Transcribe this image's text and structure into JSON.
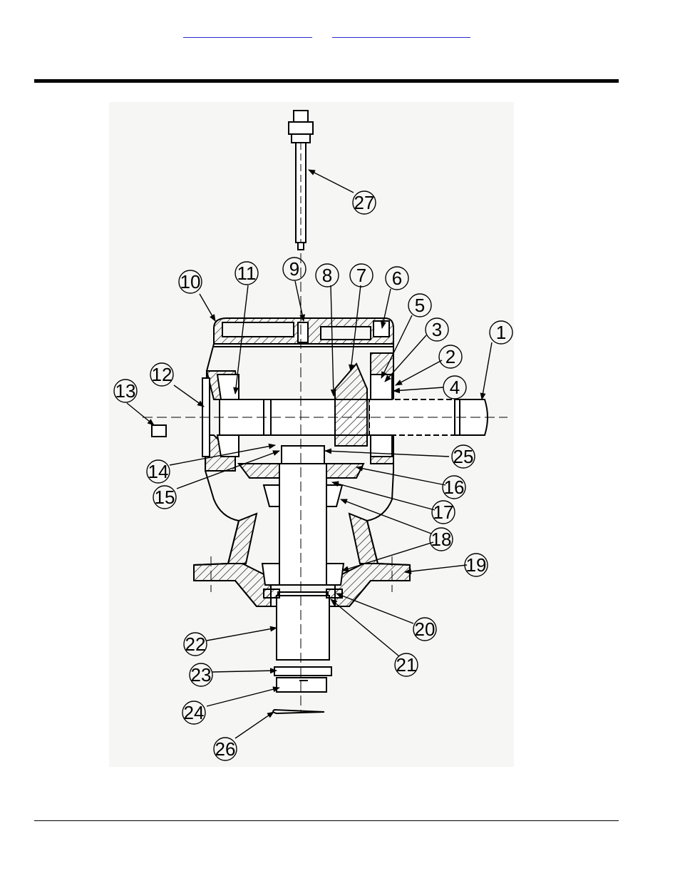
{
  "header": {
    "links": [
      {
        "label": ""
      },
      {
        "label": ""
      }
    ]
  },
  "drawing": {
    "callouts": [
      "1",
      "2",
      "3",
      "4",
      "5",
      "6",
      "7",
      "8",
      "9",
      "10",
      "11",
      "12",
      "13",
      "14",
      "15",
      "16",
      "17",
      "18",
      "19",
      "20",
      "21",
      "22",
      "23",
      "24",
      "25",
      "26",
      "27"
    ],
    "ink_color": "#000000",
    "paper_color": "#f6f6f4"
  }
}
